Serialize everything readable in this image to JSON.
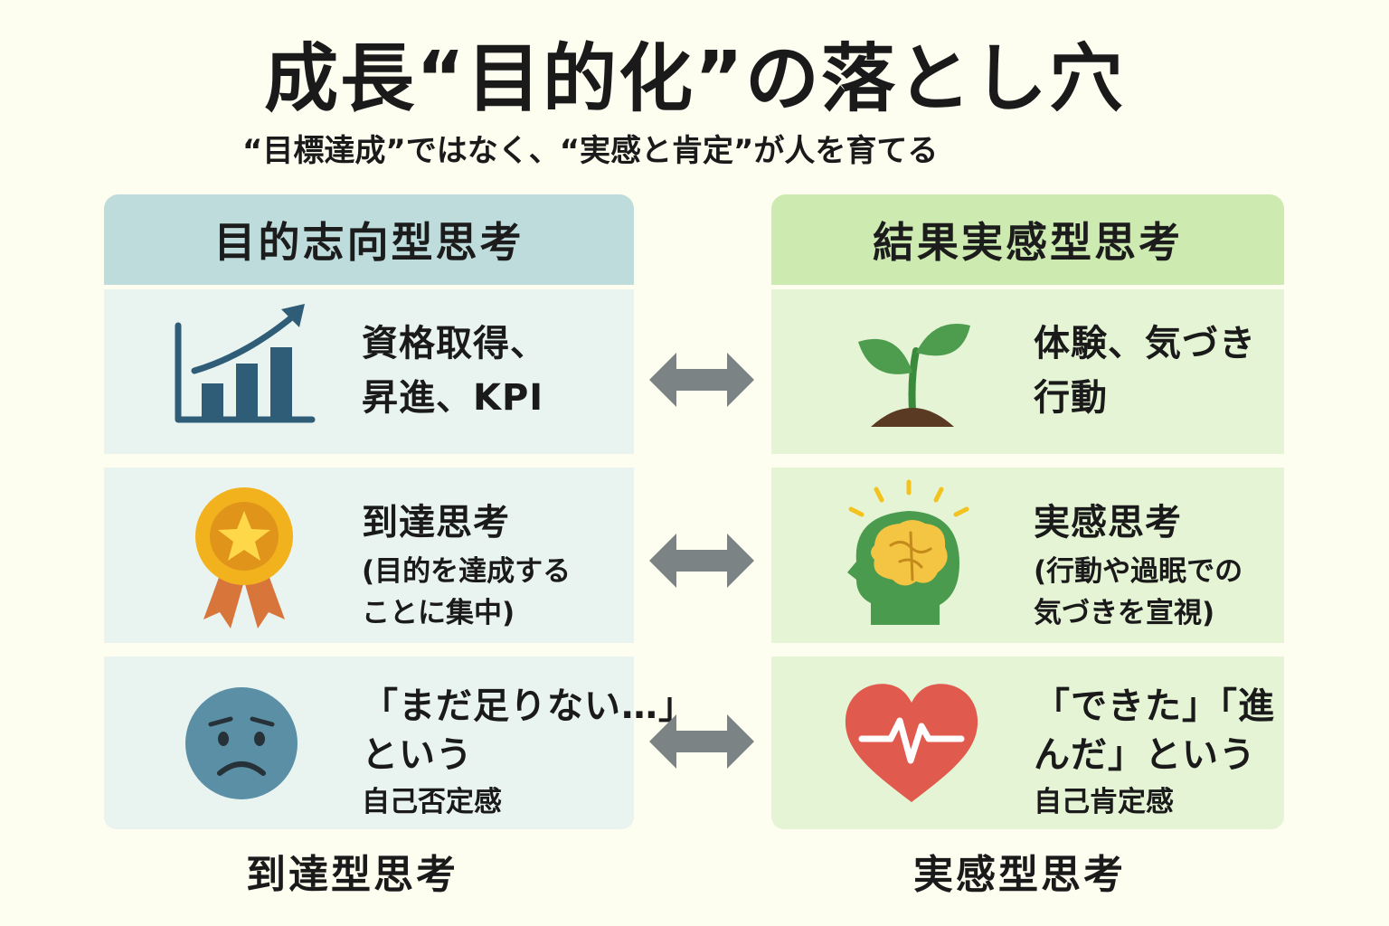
{
  "title": "成長“目的化”の落とし穴",
  "subtitle": "“目標達成”ではなく、“実感と肯定”が人を育てる",
  "left": {
    "header": "目的志向型思考",
    "rows": [
      {
        "icon": "bar-chart-growth-icon",
        "lines": [
          "資格取得、",
          "昇進、KPI"
        ]
      },
      {
        "icon": "medal-icon",
        "lines": [
          "到達思考",
          "(目的を達成する",
          "ことに集中)"
        ]
      },
      {
        "icon": "sad-face-icon",
        "lines": [
          "「まだ足りない…」",
          "という",
          "自己否定感"
        ]
      }
    ],
    "footer": "到達型思考",
    "colors": {
      "header": "#bfdcdc",
      "cell": "#e9f3f0"
    }
  },
  "right": {
    "header": "結果実感型思考",
    "rows": [
      {
        "icon": "sprout-icon",
        "lines": [
          "体験、気づき",
          "行動"
        ]
      },
      {
        "icon": "brain-head-icon",
        "lines": [
          "実感思考",
          "(行動や過眠での",
          "気づきを宣視)"
        ]
      },
      {
        "icon": "heart-pulse-icon",
        "lines": [
          "「できた」「進",
          "んだ」という",
          "自己肯定感"
        ]
      }
    ],
    "footer": "実感型思考",
    "colors": {
      "header": "#cdebb1",
      "cell": "#e6f4d6"
    }
  },
  "arrows": [
    "double-arrow-icon",
    "double-arrow-icon",
    "double-arrow-icon"
  ]
}
